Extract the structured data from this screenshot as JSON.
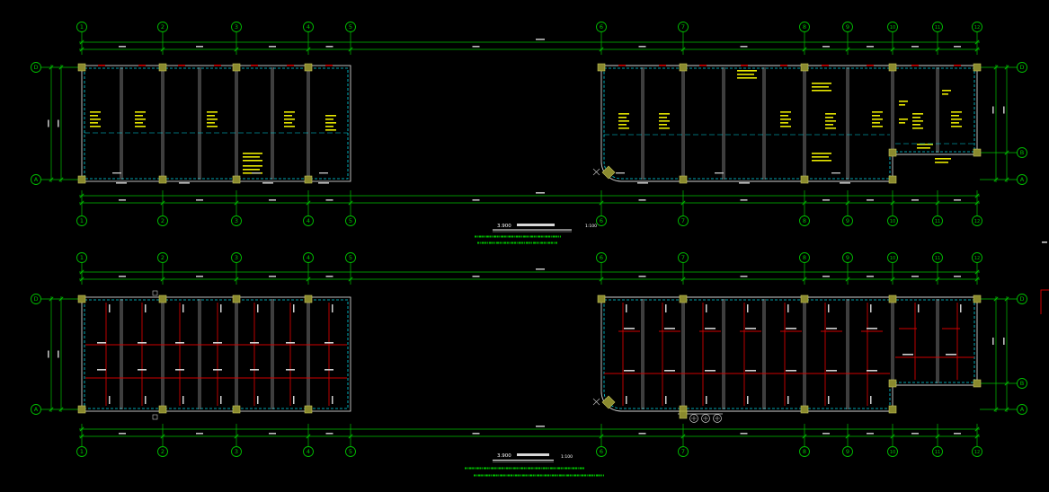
{
  "colors": {
    "background": "#000000",
    "grid": "#00c000",
    "wall": "#cfcfcf",
    "outline": "#00d8e8",
    "column": "#8a8a2e",
    "column_edge": "#c8c85a",
    "annotation": "#e8e800",
    "rebar": "#d00000",
    "dim_text": "#bdbdbd",
    "title": "#ffffff",
    "note": "#00c000"
  },
  "grid": {
    "columns": [
      "1",
      "2",
      "3",
      "4",
      "5",
      "6",
      "7",
      "8",
      "9",
      "10",
      "11",
      "12"
    ],
    "rows_left": [
      "D",
      "A"
    ],
    "rows_right": [
      "D",
      "B",
      "A"
    ]
  },
  "plans": [
    {
      "elevation": "3.900",
      "scale": "1:100"
    },
    {
      "elevation": "3.900",
      "scale": "1:100"
    }
  ]
}
